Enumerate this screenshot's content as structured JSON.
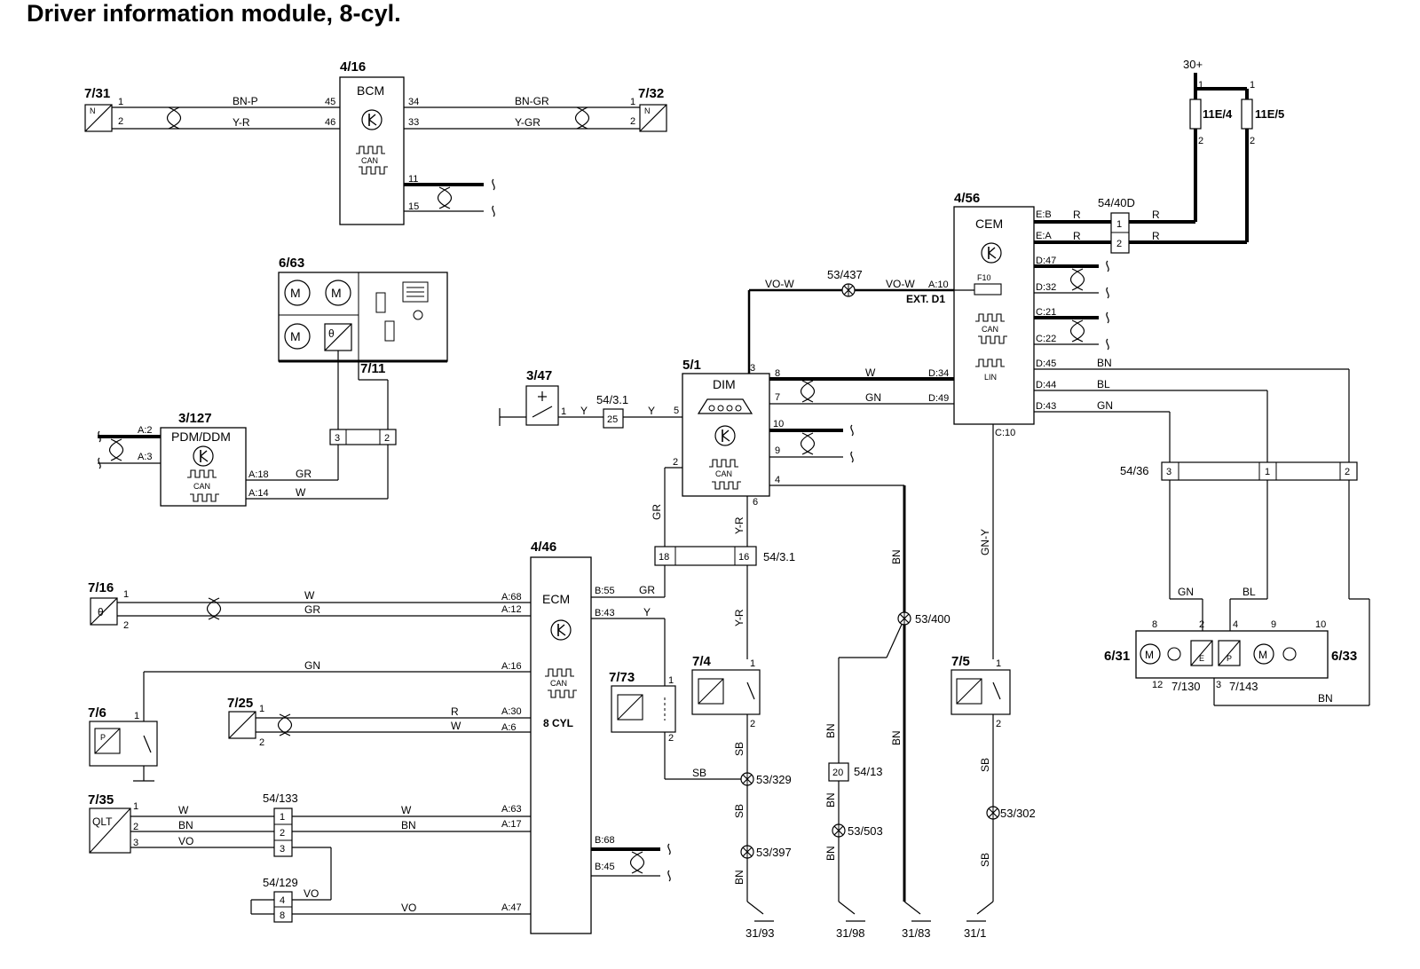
{
  "title": "Driver information module, 8-cyl.",
  "components": {
    "c_7_31": "7/31",
    "c_7_32": "7/32",
    "c_4_16": "4/16",
    "c_6_63": "6/63",
    "c_3_127": "3/127",
    "c_7_11": "7/11",
    "c_3_47": "3/47",
    "c_5_1": "5/1",
    "c_4_56": "4/56",
    "c_4_46": "4/46",
    "c_7_16": "7/16",
    "c_7_6": "7/6",
    "c_7_25": "7/25",
    "c_7_35": "7/35",
    "c_7_73": "7/73",
    "c_7_4": "7/4",
    "c_7_5": "7/5",
    "c_6_31": "6/31",
    "c_6_33": "6/33",
    "c_7_130": "7/130",
    "c_7_143": "7/143",
    "c_11e4": "11E/4",
    "c_11e5": "11E/5"
  },
  "modules": {
    "bcm": "BCM",
    "cem": "CEM",
    "dim": "DIM",
    "ecm": "ECM",
    "pdm": "PDM/DDM",
    "can": "CAN",
    "lin": "LIN",
    "ecm_sub": "8 CYL",
    "fuse": "F10",
    "ext": "EXT. D1",
    "qlt": "QLT",
    "n": "N",
    "p": "P",
    "e": "E",
    "supply": "30+"
  },
  "connectors": {
    "x54_40d": "54/40D",
    "x54_36": "54/36",
    "x54_31_top": "54/3.1",
    "x54_31_bot": "54/3.1",
    "x54_133": "54/133",
    "x54_129": "54/129",
    "x54_13": "54/13"
  },
  "splices": {
    "s53_437": "53/437",
    "s53_400": "53/400",
    "s53_329": "53/329",
    "s53_397": "53/397",
    "s53_503": "53/503",
    "s53_302": "53/302"
  },
  "grounds": {
    "g31_93": "31/93",
    "g31_98": "31/98",
    "g31_83": "31/83",
    "g31_1": "31/1"
  },
  "wires": {
    "bn_p": "BN-P",
    "y_r": "Y-R",
    "bn_gr": "BN-GR",
    "y_gr": "Y-GR",
    "vo_w": "VO-W",
    "r": "R",
    "w": "W",
    "gn": "GN",
    "bn": "BN",
    "bl": "BL",
    "gr": "GR",
    "y": "Y",
    "vo": "VO",
    "sb": "SB",
    "gn_y": "GN-Y"
  },
  "pins": {
    "p1": "1",
    "p2": "2",
    "p3": "3",
    "p4": "4",
    "p5": "5",
    "p6": "6",
    "p7": "7",
    "p8": "8",
    "p9": "9",
    "p10": "10",
    "p11": "11",
    "p12": "12",
    "p15": "15",
    "p16": "16",
    "p18": "18",
    "p20": "20",
    "p25": "25",
    "p33": "33",
    "p34": "34",
    "p45": "45",
    "p46": "46",
    "cem_eb": "E:B",
    "cem_ea": "E:A",
    "cem_d47": "D:47",
    "cem_d32": "D:32",
    "cem_c21": "C:21",
    "cem_c22": "C:22",
    "cem_d45": "D:45",
    "cem_d44": "D:44",
    "cem_d43": "D:43",
    "cem_a10": "A:10",
    "cem_c10": "C:10",
    "dim_d34": "D:34",
    "dim_d49": "D:49",
    "pdm_a2": "A:2",
    "pdm_a3": "A:3",
    "pdm_a18": "A:18",
    "pdm_a14": "A:14",
    "ecm_a68": "A:68",
    "ecm_a12": "A:12",
    "ecm_a16": "A:16",
    "ecm_a30": "A:30",
    "ecm_a6": "A:6",
    "ecm_a63": "A:63",
    "ecm_a17": "A:17",
    "ecm_a47": "A:47",
    "ecm_b55": "B:55",
    "ecm_b43": "B:43",
    "ecm_b68": "B:68",
    "ecm_b45": "B:45"
  }
}
